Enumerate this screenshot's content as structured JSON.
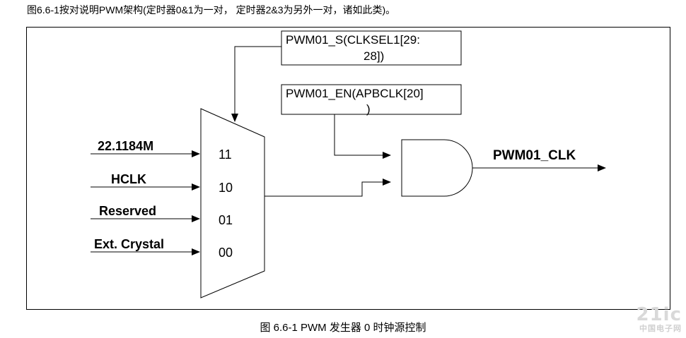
{
  "captions": {
    "top": "图6.6-1按对说明PWM架构(定时器0&1为一对， 定时器2&3为另外一对，诸如此类)。",
    "bottom": "图 6.6-1 PWM 发生器 0 时钟源控制"
  },
  "diagram": {
    "select_box": {
      "line1": "PWM01_S(CLKSEL1[29:",
      "line2": "28])"
    },
    "enable_box": {
      "line1": "PWM01_EN(APBCLK[20]",
      "line2": ")"
    },
    "inputs": [
      {
        "label": "22.1184M",
        "code": "11"
      },
      {
        "label": "HCLK",
        "code": "10"
      },
      {
        "label": "Reserved",
        "code": "01"
      },
      {
        "label": "Ext. Crystal",
        "code": "00"
      }
    ],
    "output_label": "PWM01_CLK"
  },
  "watermark": {
    "main": "21ic",
    "sub": "中国电子网"
  }
}
